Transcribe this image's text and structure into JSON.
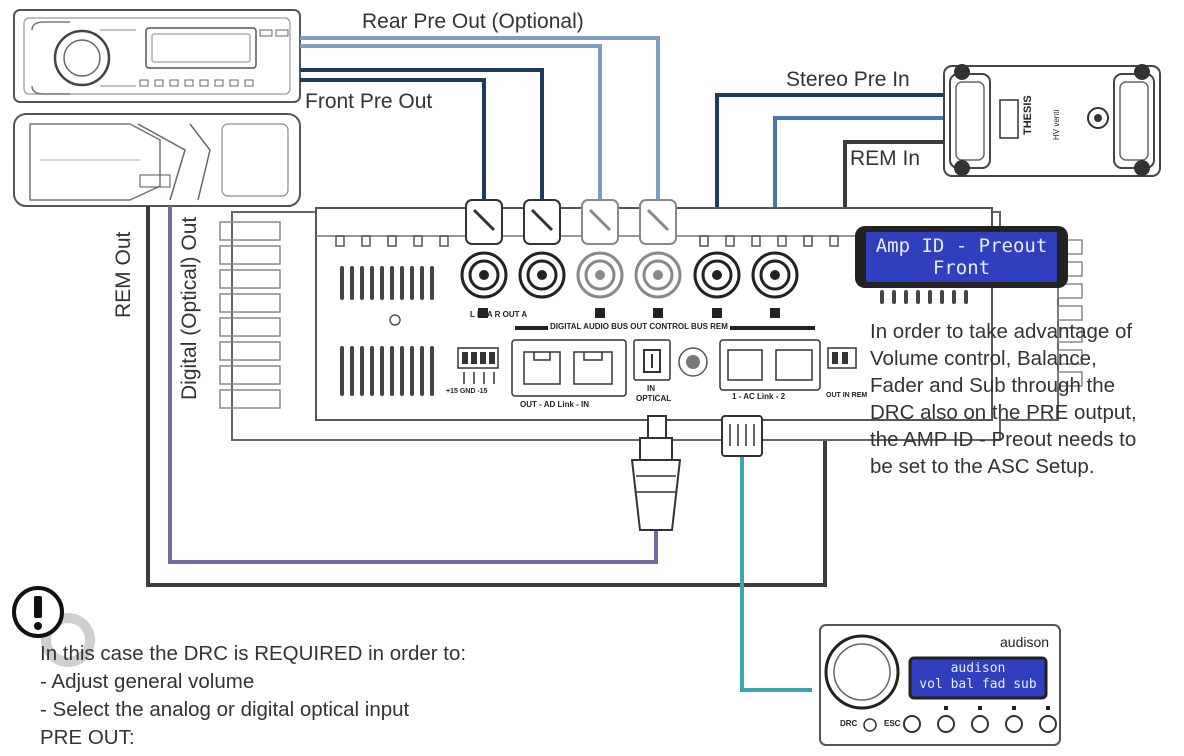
{
  "labels": {
    "rear_pre_out": "Rear Pre Out (Optional)",
    "front_pre_out": "Front Pre Out",
    "stereo_pre_in": "Stereo Pre In",
    "rem_in": "REM In",
    "rem_out": "REM Out",
    "digital_optical_out": "Digital (Optical) Out"
  },
  "amp_display": {
    "line1": "Amp ID - Preout",
    "line2": "Front"
  },
  "note_lines": [
    "In order to take advantage of",
    "Volume control, Balance,",
    "Fader and Sub through the",
    "DRC also on the PRE output,",
    "the AMP ID - Preout needs to",
    "be set to the ASC Setup."
  ],
  "requirement_lines": [
    "In this case the DRC is REQUIRED in order to:",
    "- Adjust general volume",
    "- Select the analog or digital optical input",
    "PRE OUT:"
  ],
  "drc": {
    "brand": "audison",
    "line1": "audison",
    "line2": "vol bal fad sub",
    "btn1": "DRC",
    "btn2": "ESC"
  },
  "amp_panel": {
    "in_out_a": "L  IN A  R  OUT A",
    "bus_strip": "DIGITAL AUDIO BUS OUT CONTROL BUS REM",
    "power_terms": "+15 GND -15",
    "ad_link": "OUT  -  AD Link  -  IN",
    "optical_in": "IN",
    "optical_word": "OPTICAL",
    "ac_link": "1  -  AC Link  -  2",
    "out_in_rem": "OUT IN REM"
  },
  "thesis_unit": {
    "brand": "THESIS",
    "model": "HV venti"
  },
  "colors": {
    "front_cable": "#1f3a5c",
    "rear_cable": "#7f9dbd",
    "stereo_in_cable_a": "#1f3a5c",
    "stereo_in_cable_b": "#4a78a8",
    "rem_cable": "#3c3c3c",
    "optical_cable": "#7a68a3",
    "acl_cable": "#3aa6b0",
    "lcd_bg": "#2f3fbe"
  }
}
